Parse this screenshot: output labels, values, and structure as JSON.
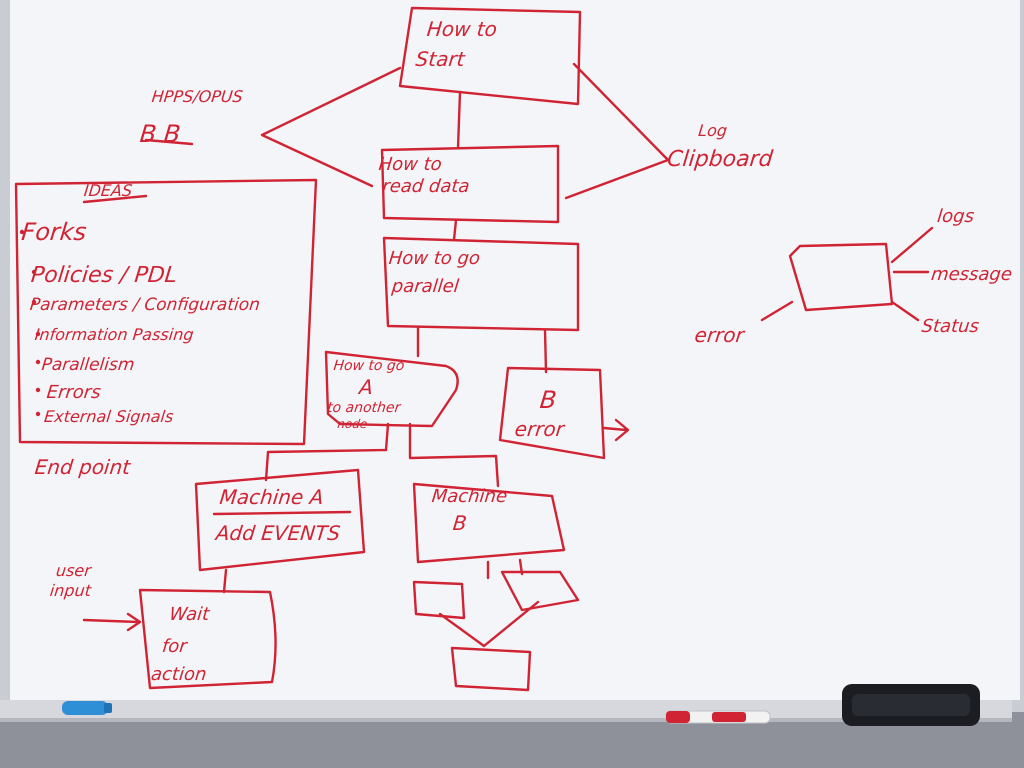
{
  "colors": {
    "marker_red": "#d02434",
    "board_white": "#f4f5f8",
    "frame_gray": "#c9ccd3",
    "wall": "#8f919a",
    "marker_blue": "#2f8fd6",
    "eraser": "#1c1d22"
  },
  "header_notes": {
    "https_opus": "HPPS/OPUS",
    "bb": "B B"
  },
  "ideas": {
    "title": "IDEAS",
    "items": [
      "Forks",
      "Policies / PDL",
      "Parameters / Configuration",
      "Information Passing",
      "Parallelism",
      "Errors",
      "External Signals"
    ],
    "footer": "End point"
  },
  "flow": {
    "start": [
      "How to",
      "Start"
    ],
    "read_data": [
      "How to",
      "read data"
    ],
    "parallel": [
      "How to go",
      "parallel"
    ],
    "go_a": [
      "How to go",
      "A",
      "to another",
      "node"
    ],
    "b_error": [
      "B",
      "error"
    ],
    "machine_a": [
      "Machine A",
      "Add EVENTS"
    ],
    "machine_b": [
      "Machine",
      "B"
    ],
    "wait": [
      "Wait",
      "for",
      "action"
    ],
    "user_input": [
      "user",
      "input"
    ],
    "log": "Log",
    "clipboard": "Clipboard"
  },
  "side_node": {
    "logs": "logs",
    "message": "message",
    "status": "Status",
    "error": "error"
  },
  "tray_items": {
    "blue_marker": "marker-blue",
    "red_marker": "marker-red",
    "eraser": "eraser"
  }
}
